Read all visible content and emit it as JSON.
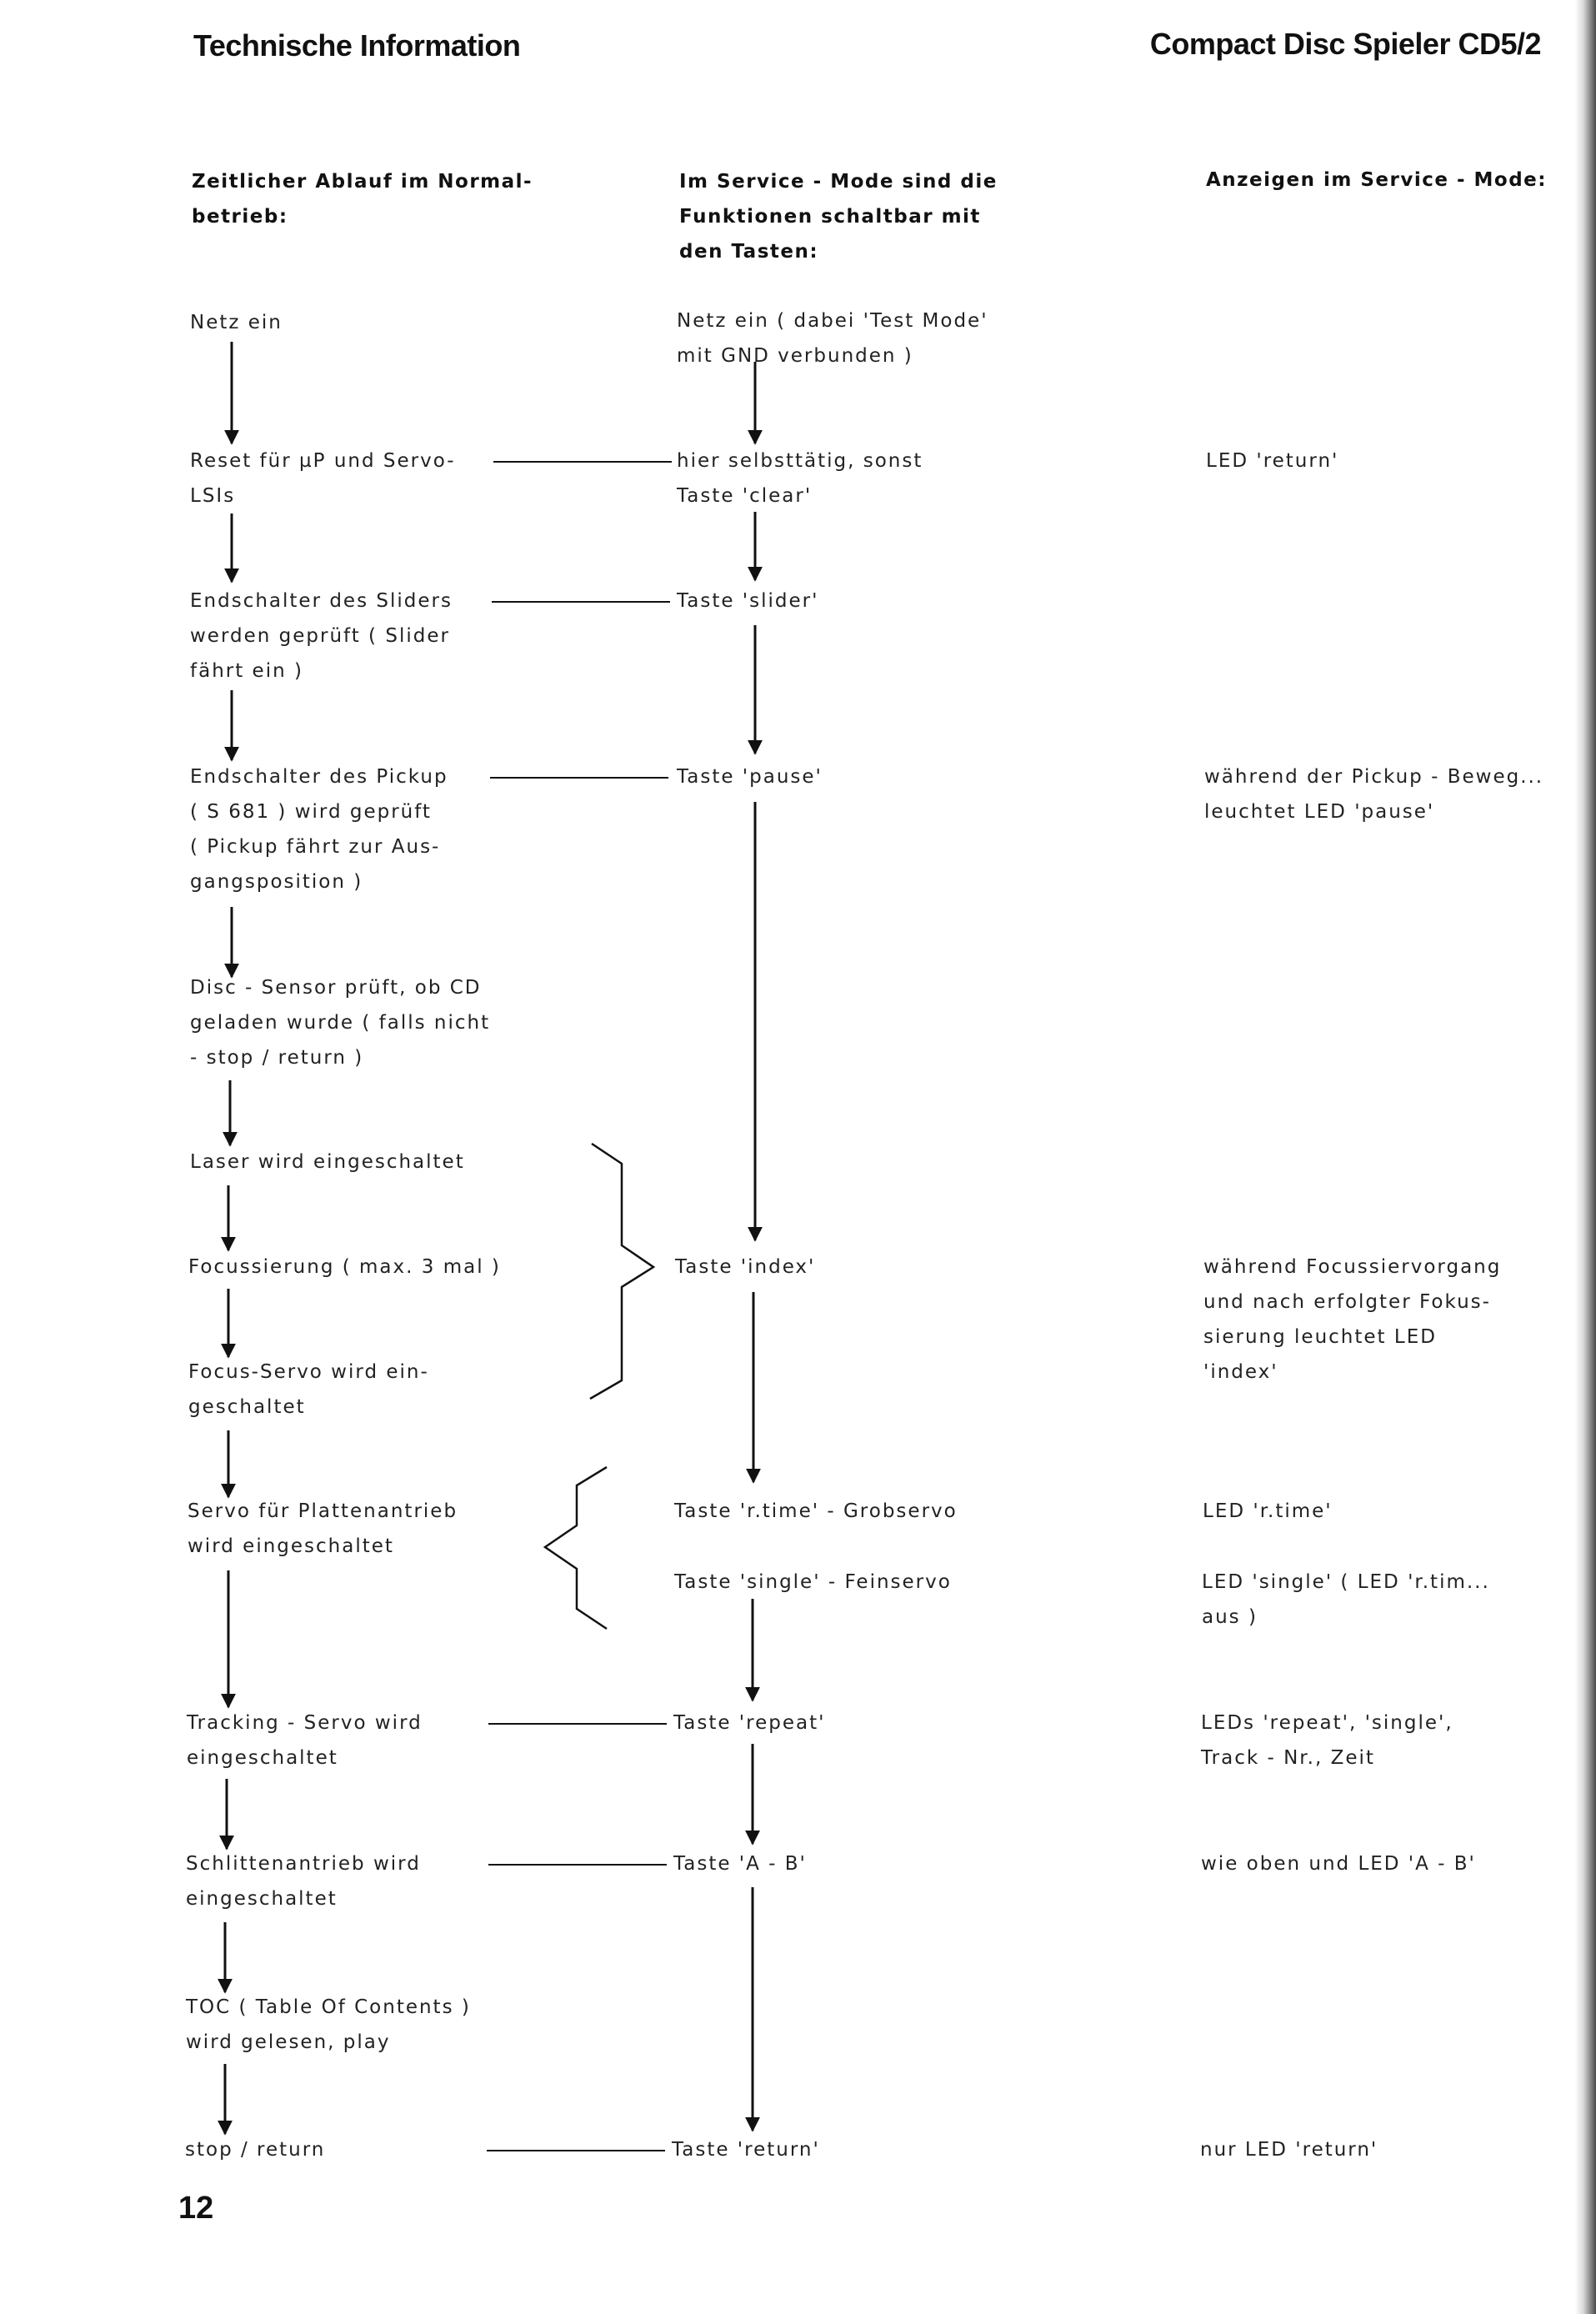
{
  "header": {
    "left_title": "Technische Information",
    "right_title": "Compact Disc Spieler CD5/2"
  },
  "page_number": "12",
  "columns": {
    "normal": [
      "Zeitlicher Ablauf im Normal-",
      "betrieb:"
    ],
    "service": [
      "Im Service - Mode sind die",
      "Funktionen schaltbar mit",
      "den Tasten:"
    ],
    "display": [
      "Anzeigen im Service - Mode:"
    ]
  },
  "normal_steps": [
    [
      "Netz ein"
    ],
    [
      "Reset für µP und Servo-",
      "LSIs"
    ],
    [
      "Endschalter des Sliders",
      "werden geprüft ( Slider",
      "fährt ein )"
    ],
    [
      "Endschalter des Pickup",
      "( S 681 ) wird geprüft",
      "( Pickup fährt zur Aus-",
      "gangsposition )"
    ],
    [
      "Disc - Sensor prüft, ob CD",
      "geladen wurde ( falls nicht",
      "- stop / return )"
    ],
    [
      "Laser wird eingeschaltet"
    ],
    [
      "Focussierung ( max. 3 mal )"
    ],
    [
      "Focus-Servo wird ein-",
      "geschaltet"
    ],
    [
      "Servo für Plattenantrieb",
      "wird eingeschaltet"
    ],
    [
      "Tracking - Servo wird",
      "eingeschaltet"
    ],
    [
      "Schlittenantrieb wird",
      "eingeschaltet"
    ],
    [
      "TOC ( Table Of Contents )",
      "wird gelesen, play"
    ],
    [
      "stop / return"
    ]
  ],
  "service_steps": [
    [
      "Netz ein ( dabei 'Test Mode'",
      "mit GND verbunden )"
    ],
    [
      "hier selbsttätig, sonst",
      "Taste 'clear'"
    ],
    [
      "Taste 'slider'"
    ],
    [
      "Taste 'pause'"
    ],
    [
      "Taste 'index'"
    ],
    [
      "Taste 'r.time' - Grobservo"
    ],
    [
      "Taste 'single' - Feinservo"
    ],
    [
      "Taste 'repeat'"
    ],
    [
      "Taste 'A - B'"
    ],
    [
      "Taste 'return'"
    ]
  ],
  "display_steps": [
    [
      "LED 'return'"
    ],
    [
      "während der Pickup - Beweg...",
      "leuchtet LED 'pause'"
    ],
    [
      "während Focussiervorgang",
      "und nach erfolgter Fokus-",
      "sierung leuchtet LED",
      "'index'"
    ],
    [
      "LED 'r.time'"
    ],
    [
      "LED 'single' ( LED 'r.tim...",
      "aus )"
    ],
    [
      "LEDs 'repeat', 'single',",
      "Track - Nr., Zeit"
    ],
    [
      "wie oben und LED 'A - B'"
    ],
    [
      "nur LED 'return'"
    ]
  ]
}
